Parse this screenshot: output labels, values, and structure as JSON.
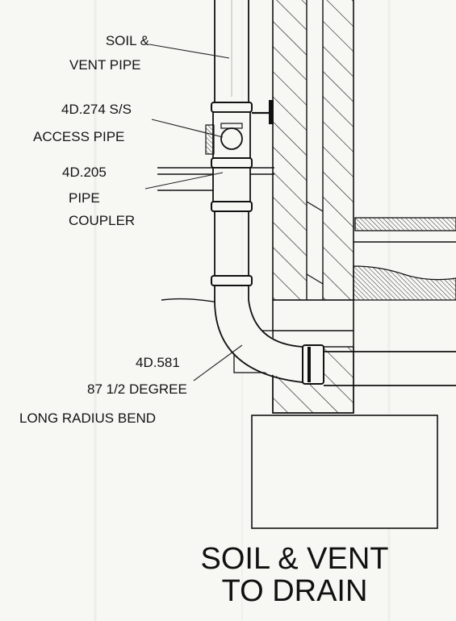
{
  "title": {
    "line1": "SOIL & VENT",
    "line2": "TO DRAIN"
  },
  "labels": {
    "soil_vent_pipe": {
      "line1": "SOIL &",
      "line2": "VENT PIPE"
    },
    "access_pipe": {
      "line1": "4D.274 S/S",
      "line2": "ACCESS PIPE"
    },
    "pipe_coupler": {
      "line1": "4D.205",
      "line2": "PIPE",
      "line3": "COUPLER"
    },
    "bend": {
      "line1": "4D.581",
      "line2": "87 1/2 DEGREE",
      "line3": "LONG RADIUS BEND"
    }
  },
  "colors": {
    "ink": "#141414",
    "paper": "#f7f8f4"
  }
}
